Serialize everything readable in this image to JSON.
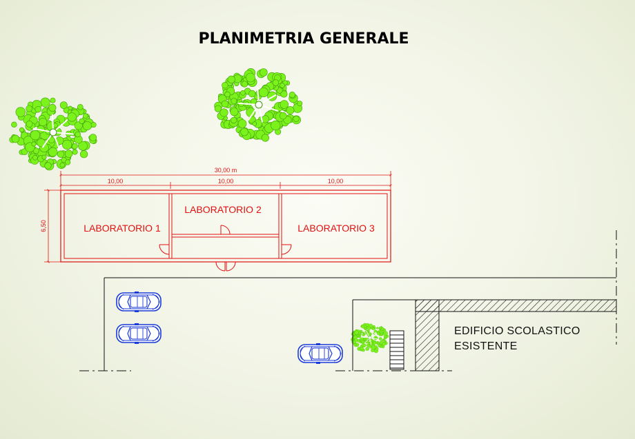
{
  "title": "PLANIMETRIA GENERALE",
  "dimensions": {
    "total": "30,00 m",
    "segment_1": "10,00",
    "segment_2": "10,00",
    "segment_3": "10,00",
    "depth": "6,50"
  },
  "rooms": [
    "LABORATORIO 1",
    "LABORATORIO 2",
    "LABORATORIO 3"
  ],
  "existing_building": {
    "line1": "EDIFICIO SCOLASTICO",
    "line2": "ESISTENTE"
  },
  "colors": {
    "new_structure": "#e01010",
    "cars": "#1a3ad6",
    "trees": "#7cf21c",
    "existing": "#111111"
  },
  "icons": [
    "tree-icon",
    "car-icon",
    "stair-icon",
    "door-icon"
  ]
}
